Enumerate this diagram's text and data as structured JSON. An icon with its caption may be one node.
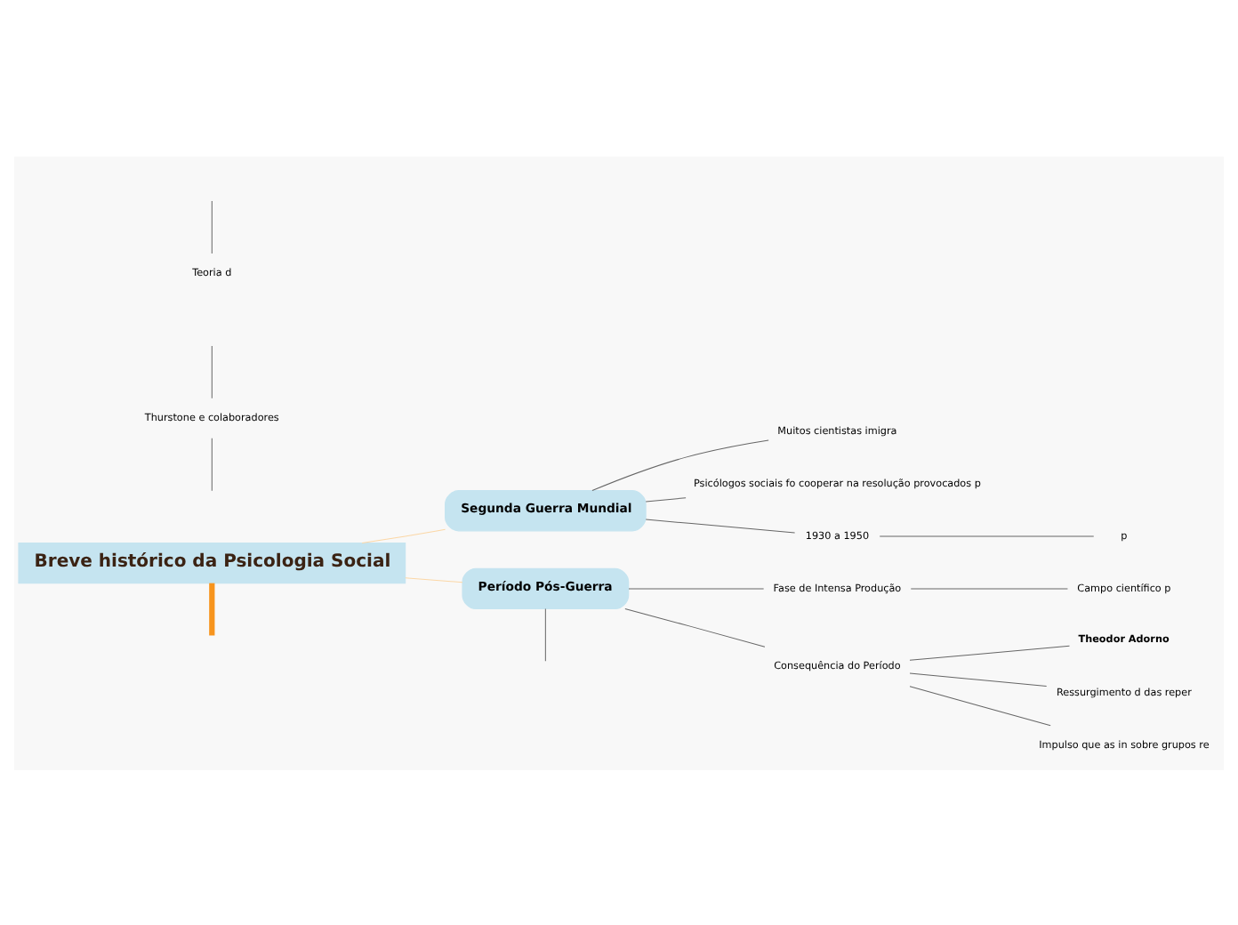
{
  "diagram": {
    "nodes": [
      {
        "text": [
          "Breve histórico da Psicologia Social"
        ]
      },
      {
        "text": [
          "Segunda Guerra Mundial"
        ]
      },
      {
        "text": [
          "Período Pós-Guerra"
        ]
      },
      {
        "text": [
          "Thurstone e colaboradores"
        ]
      },
      {
        "text": [
          "Muitos cientistas imigra"
        ]
      },
      {
        "text": [
          "Psicólogos sociais fo cooperar na resolução provocados p"
        ]
      },
      {
        "text": [
          "1930 a 1950"
        ]
      },
      {
        "text": [
          "p"
        ]
      },
      {
        "text": [
          "Fase de Intensa Produção"
        ]
      },
      {
        "text": [
          "Campo científico p"
        ]
      },
      {
        "text": [
          "Consequência do Período"
        ]
      },
      {
        "text": [
          "Theodor Adorno"
        ]
      },
      {
        "text": [
          "Ressurgimento d das reper"
        ]
      },
      {
        "text": [
          "Impulso que as in sobre grupos re"
        ]
      },
      {
        "text": [
          "Teoria d"
        ]
      }
    ],
    "edges": [
      {
        "from": 0,
        "to": null,
        "arrow": "none",
        "style": "thick",
        "color": "#f7941d"
      },
      {
        "from": 0,
        "to": 1,
        "arrow": "none",
        "color": "#fbd7a6"
      },
      {
        "from": 0,
        "to": 2,
        "arrow": "none",
        "color": "#fbd7a6"
      },
      {
        "from": null,
        "to": 3,
        "arrow": "none"
      },
      {
        "from": 3,
        "to": null,
        "arrow": "none"
      },
      {
        "from": 1,
        "to": 4,
        "arrow": "none"
      },
      {
        "from": 1,
        "to": 5,
        "arrow": "none"
      },
      {
        "from": 1,
        "to": 6,
        "arrow": "none"
      },
      {
        "from": 6,
        "to": 7,
        "arrow": "none"
      },
      {
        "from": 2,
        "to": 8,
        "arrow": "none"
      },
      {
        "from": 8,
        "to": 9,
        "arrow": "none"
      },
      {
        "from": 2,
        "to": 10,
        "arrow": "none"
      },
      {
        "from": 10,
        "to": 11,
        "arrow": "none"
      },
      {
        "from": 10,
        "to": 12,
        "arrow": "none"
      },
      {
        "from": 10,
        "to": 13,
        "arrow": "none"
      },
      {
        "from": 2,
        "to": null,
        "arrow": "none"
      },
      {
        "from": null,
        "to": 14,
        "arrow": "none"
      }
    ]
  }
}
